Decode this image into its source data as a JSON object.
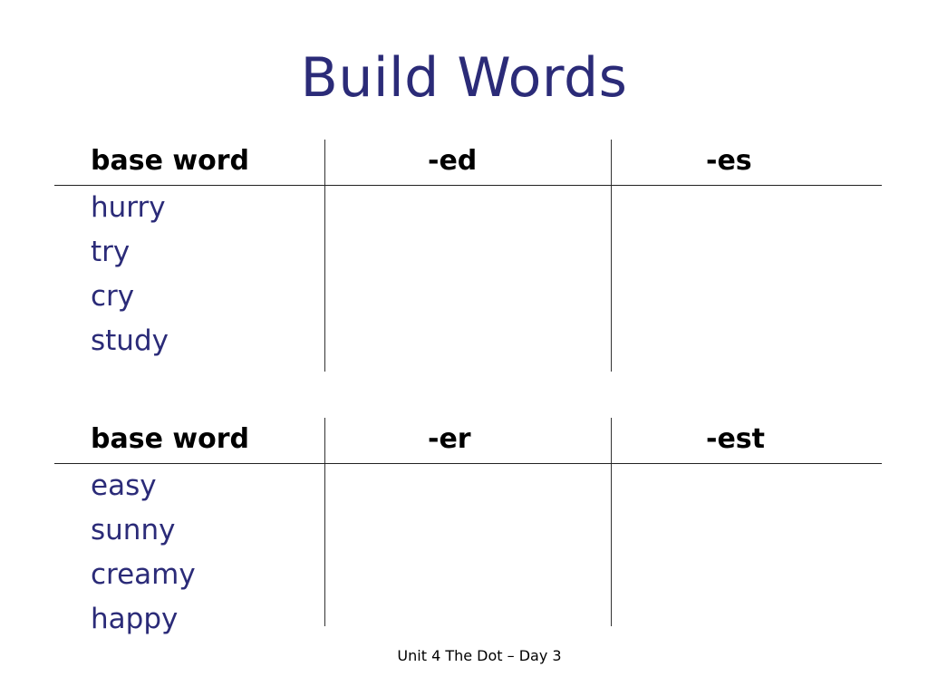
{
  "title": "Build Words",
  "tables": [
    {
      "headers": [
        "base word",
        "-ed",
        "-es"
      ],
      "words": [
        "hurry",
        "try",
        "cry",
        "study"
      ]
    },
    {
      "headers": [
        "base word",
        "-er",
        "-est"
      ],
      "words": [
        "easy",
        "sunny",
        "creamy",
        "happy"
      ]
    }
  ],
  "footer": "Unit 4 The Dot – Day 3",
  "colors": {
    "title": "#2b2b78",
    "words": "#2b2b78",
    "headers": "#000000"
  }
}
